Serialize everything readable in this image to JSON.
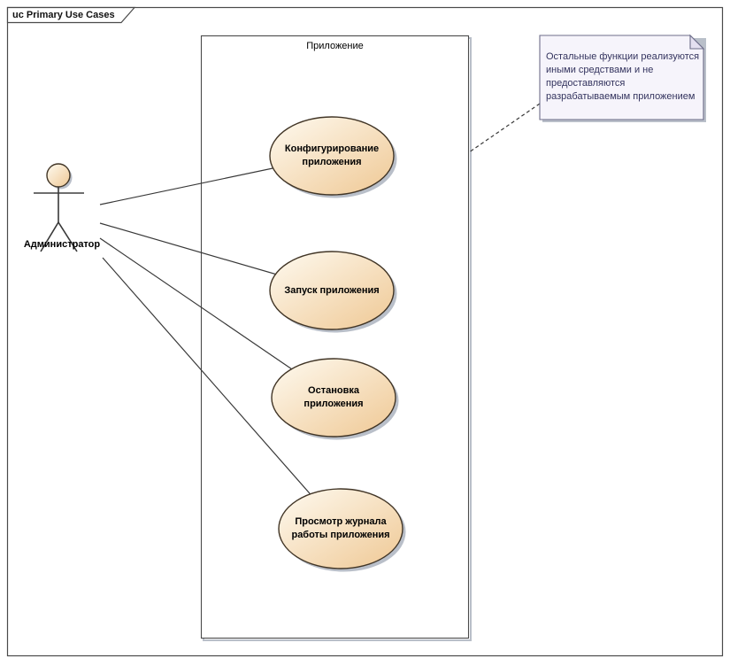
{
  "frame": {
    "label": "uc Primary Use Cases"
  },
  "boundary": {
    "label": "Приложение"
  },
  "actor": {
    "label": "Администратор"
  },
  "use_cases": [
    {
      "id": "configure",
      "label": "Конфигурирование\nприложения"
    },
    {
      "id": "start",
      "label": "Запуск приложения"
    },
    {
      "id": "stop",
      "label": "Остановка\nприложения"
    },
    {
      "id": "view-log",
      "label": "Просмотр журнала\nработы приложения"
    }
  ],
  "note": {
    "text": "Остальные функции реализуются иными средствами и не предоставляются разрабатываемым приложением"
  },
  "colors": {
    "ellipse_fill_light": "#FEFAF0",
    "ellipse_fill_dark": "#EFC894",
    "ellipse_border": "#413526",
    "shadow": "#b9bfc9",
    "note_bg": "#F6F4FB",
    "note_fold": "#E4E0F0",
    "note_border": "#6E6E8A",
    "note_text_color": "#33335E",
    "line": "#383838",
    "frame_border": "#4a4a4a"
  }
}
